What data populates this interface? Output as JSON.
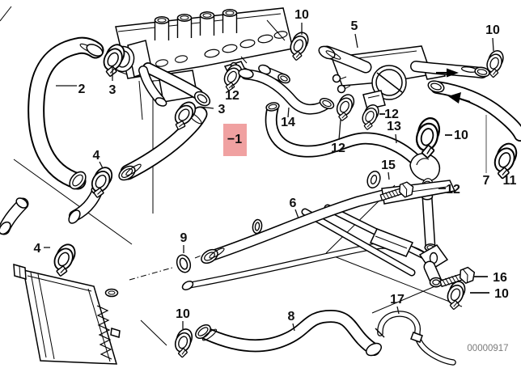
{
  "diagram": {
    "type": "parts-diagram",
    "subject": "Cooling system water hoses",
    "doc_number": "00000917",
    "background": "#ffffff",
    "line_color": "#000000",
    "highlighted_part": {
      "text": "−1",
      "background": "#f0a1a1"
    },
    "callouts": [
      {
        "text": "2"
      },
      {
        "text": "3"
      },
      {
        "text": "4"
      },
      {
        "text": "12"
      },
      {
        "text": "3"
      },
      {
        "text": "10"
      },
      {
        "text": "5"
      },
      {
        "text": "10"
      },
      {
        "text": "14"
      },
      {
        "text": "12"
      },
      {
        "text": "12"
      },
      {
        "text": "13"
      },
      {
        "text": "10"
      },
      {
        "text": "15"
      },
      {
        "text": "12"
      },
      {
        "text": "7"
      },
      {
        "text": "11"
      },
      {
        "text": "6"
      },
      {
        "text": "9"
      },
      {
        "text": "4"
      },
      {
        "text": "10"
      },
      {
        "text": "8"
      },
      {
        "text": "17"
      },
      {
        "text": "16"
      },
      {
        "text": "10"
      }
    ]
  }
}
